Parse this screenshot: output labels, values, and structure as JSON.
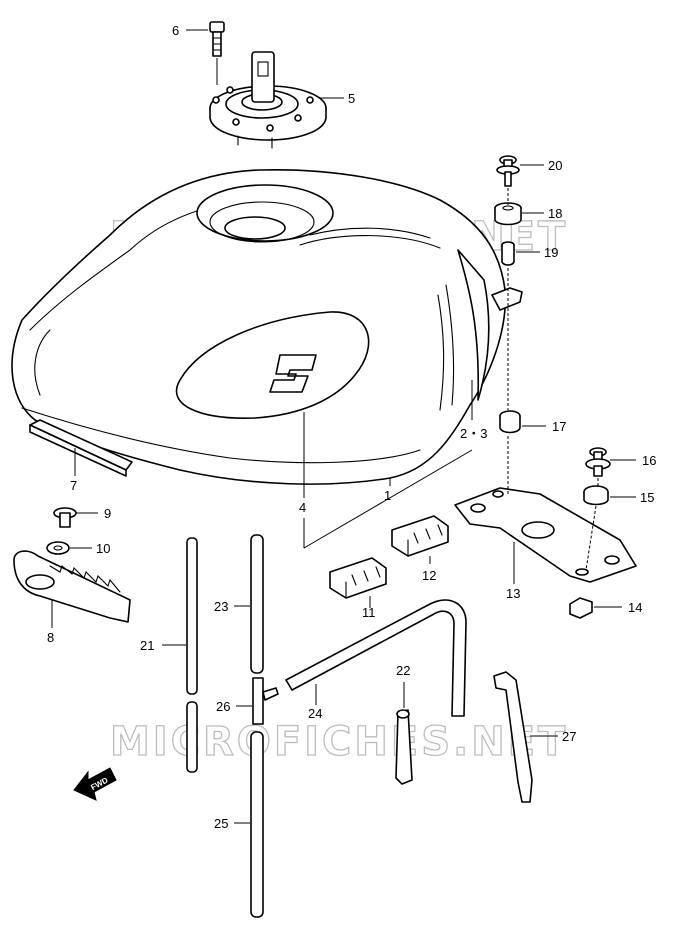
{
  "watermark": "MICROFICHES.NET",
  "fwd_label": "FWD",
  "callouts": {
    "p1": "1",
    "p2_3": "2・3",
    "p4": "4",
    "p5": "5",
    "p6": "6",
    "p7": "7",
    "p8": "8",
    "p9": "9",
    "p10": "10",
    "p11": "11",
    "p12": "12",
    "p13": "13",
    "p14": "14",
    "p15": "15",
    "p16": "16",
    "p17": "17",
    "p18": "18",
    "p19": "19",
    "p20": "20",
    "p21": "21",
    "p22": "22",
    "p23": "23",
    "p24": "24",
    "p25": "25",
    "p26": "26",
    "p27": "27"
  }
}
